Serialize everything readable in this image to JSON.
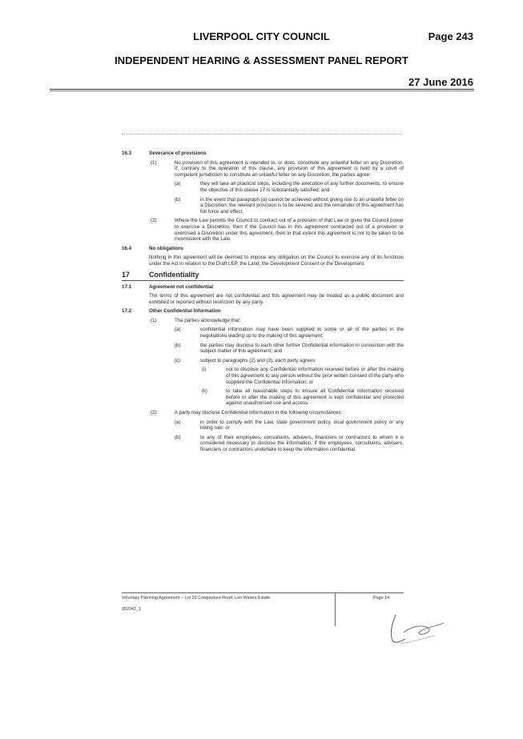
{
  "header": {
    "council": "LIVERPOOL CITY COUNCIL",
    "page": "Page 243",
    "report_title": "INDEPENDENT HEARING & ASSESSMENT PANEL REPORT",
    "date": "27 June 2016"
  },
  "s16_3": {
    "num": "16.3",
    "title": "Severance of provisions",
    "p1_label": "(1)",
    "p1_text": "No provision of this agreement is intended to, or does, constitute any unlawful fetter on any Discretion. If, contrary to the operation of this clause, any provision of this agreement is held by a court of competent jurisdiction to constitute an unlawful fetter on any Discretion, the parties agree:",
    "a_label": "(a)",
    "a_text": "they will take all practical steps, including the execution of any further documents, to ensure the objective of this clause 17 is substantially satisfied; and",
    "b_label": "(b)",
    "b_text": "in the event that paragraph (a) cannot be achieved without giving rise to an unlawful fetter on a Discretion, the relevant provision is to be severed and the remainder of this agreement has full force and effect.",
    "p2_label": "(2)",
    "p2_text": "Where the Law permits the Council to contract out of a provision of that Law or gives the Council power to exercise a Discretion, then if the Council has in this agreement contracted out of a provision or exercised a Discretion under this agreement, then to that extent this agreement is not to be taken to be inconsistent with the Law."
  },
  "s16_4": {
    "num": "16.4",
    "title": "No obligations",
    "text": "Nothing in this agreement will be deemed to impose any obligation on the Council to exercise any of its functions under the Act in relation to the Draft LEP, the Land, the Development Consent or the Development."
  },
  "s17": {
    "num": "17",
    "title": "Confidentiality"
  },
  "s17_1": {
    "num": "17.1",
    "title": "Agreement not confidential",
    "text": "The terms of this agreement are not confidential and this agreement may be treated as a public document and exhibited or reported without restriction by any party."
  },
  "s17_2": {
    "num": "17.2",
    "title": "Other Confidential Information",
    "p1_label": "(1)",
    "p1_text": "The parties acknowledge that:",
    "a_label": "(a)",
    "a_text": "confidential information may have been supplied to some or all of the parties in the negotiations leading up to the making of this agreement;",
    "b_label": "(b)",
    "b_text": "the parties may disclose to each other further Confidential Information in connection with the subject matter of this agreement; and",
    "c_label": "(c)",
    "c_text": "subject to paragraphs (2) and (3), each party agrees:",
    "i_label": "(i)",
    "i_text": "not to disclose any Confidential Information received before or after the making of this agreement to any person without the prior written consent of the party who supplied the Confidential Information; or",
    "ii_label": "(ii)",
    "ii_text": "to take all reasonable steps to ensure all Confidential Information received before or after the making of this agreement is kept confidential and protected against unauthorised use and access.",
    "p2_label": "(2)",
    "p2_text": "A party may disclose Confidential Information in the following circumstances:",
    "p2a_label": "(a)",
    "p2a_text": "in order to comply with the Law, state government policy, local government policy or any listing rule; or",
    "p2b_label": "(b)",
    "p2b_text": "to any of their employees, consultants, advisers, financiers or contractors to whom it is considered necessary to disclose the information, if the employees, consultants, advisers, financiers or contractors undertake to keep the information confidential."
  },
  "footer": {
    "agreement": "Voluntary Planning Agreement – Lot 29 Cowpasture Road, Len Waters Estate",
    "ref": "952042_1",
    "page": "Page 14"
  }
}
